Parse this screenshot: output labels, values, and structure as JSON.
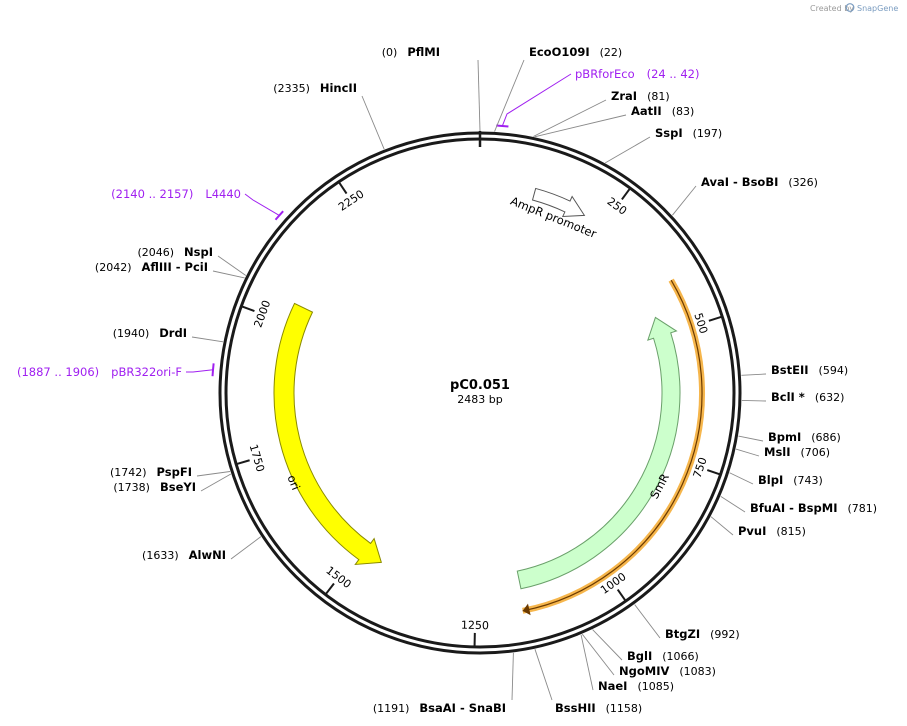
{
  "credit": {
    "created_by": "Created by",
    "brand": "SnapGene"
  },
  "plasmid": {
    "name": "pC0.051",
    "length_label": "2483 bp",
    "length": 2483
  },
  "ticks": [
    {
      "bp": 250,
      "label": "250"
    },
    {
      "bp": 500,
      "label": "500"
    },
    {
      "bp": 750,
      "label": "750"
    },
    {
      "bp": 1000,
      "label": "1000"
    },
    {
      "bp": 1250,
      "label": "1250"
    },
    {
      "bp": 1500,
      "label": "1500"
    },
    {
      "bp": 1750,
      "label": "1750"
    },
    {
      "bp": 2000,
      "label": "2000"
    },
    {
      "bp": 2250,
      "label": "2250"
    }
  ],
  "features": [
    {
      "name": "AmpR promoter",
      "start": 105,
      "end": 210,
      "color": "#ffffff",
      "stroke": "#555555",
      "direction": "forward"
    },
    {
      "name": "SmR",
      "start": 460,
      "end": 1160,
      "color": "#ccffcc",
      "stroke": "#6aa06a",
      "direction": "reverse"
    },
    {
      "name": "ori",
      "start": 1450,
      "end": 2040,
      "color": "#ffff00",
      "stroke": "#8a8a00",
      "direction": "reverse"
    }
  ],
  "orange_arc": {
    "start": 410,
    "end": 1165,
    "color": "#f6b64c"
  },
  "enzymes": [
    {
      "pos": "(0)",
      "name": "PflMI",
      "bp": 0
    },
    {
      "pos": "(22)",
      "name": "EcoO109I",
      "bp": 22
    },
    {
      "pos": "(81)",
      "name": "ZraI",
      "bp": 81
    },
    {
      "pos": "(83)",
      "name": "AatII",
      "bp": 83
    },
    {
      "pos": "(197)",
      "name": "SspI",
      "bp": 197
    },
    {
      "pos": "(326)",
      "name": "AvaI  -  BsoBI",
      "bp": 326
    },
    {
      "pos": "(594)",
      "name": "BstEII",
      "bp": 594
    },
    {
      "pos": "(632)",
      "name": "BclI *",
      "bp": 632
    },
    {
      "pos": "(686)",
      "name": "BpmI",
      "bp": 686
    },
    {
      "pos": "(706)",
      "name": "MslI",
      "bp": 706
    },
    {
      "pos": "(743)",
      "name": "BlpI",
      "bp": 743
    },
    {
      "pos": "(781)",
      "name": "BfuAI  -  BspMI",
      "bp": 781
    },
    {
      "pos": "(815)",
      "name": "PvuI",
      "bp": 815
    },
    {
      "pos": "(992)",
      "name": "BtgZI",
      "bp": 992
    },
    {
      "pos": "(1066)",
      "name": "BglI",
      "bp": 1066
    },
    {
      "pos": "(1083)",
      "name": "NgoMIV",
      "bp": 1083
    },
    {
      "pos": "(1085)",
      "name": "NaeI",
      "bp": 1085
    },
    {
      "pos": "(1158)",
      "name": "BssHII",
      "bp": 1158
    },
    {
      "pos": "(1191)",
      "name": "BsaAI  -  SnaBI",
      "bp": 1191
    },
    {
      "pos": "(1633)",
      "name": "AlwNI",
      "bp": 1633
    },
    {
      "pos": "(1738)",
      "name": "BseYI",
      "bp": 1738
    },
    {
      "pos": "(1742)",
      "name": "PspFI",
      "bp": 1742
    },
    {
      "pos": "(1940)",
      "name": "DrdI",
      "bp": 1940
    },
    {
      "pos": "(2042)",
      "name": "AflIII  -  PciI",
      "bp": 2042
    },
    {
      "pos": "(2046)",
      "name": "NspI",
      "bp": 2046
    },
    {
      "pos": "(2335)",
      "name": "HincII",
      "bp": 2335
    }
  ],
  "primers": [
    {
      "name": "pBRforEco",
      "range": "(24 .. 42)",
      "start": 24,
      "end": 42
    },
    {
      "name": "L4440",
      "range": "(2140 .. 2157)",
      "start": 2140,
      "end": 2157
    },
    {
      "name": "pBR322ori-F",
      "range": "(1887 .. 1906)",
      "start": 1887,
      "end": 1906
    }
  ]
}
